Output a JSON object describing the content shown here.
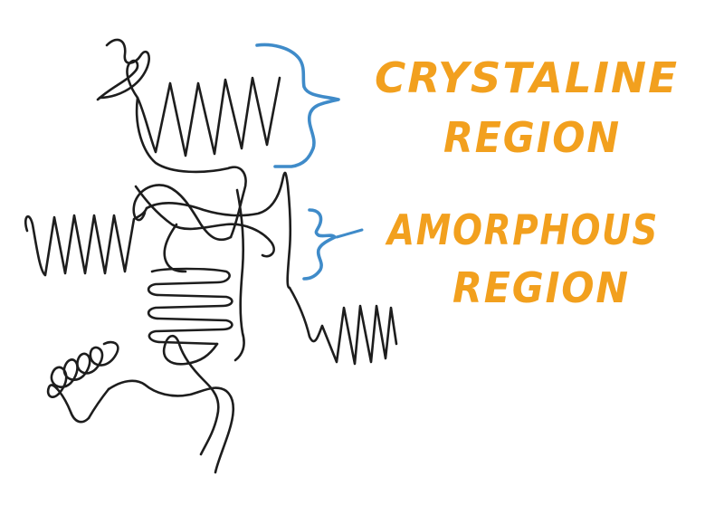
{
  "diagram": {
    "labels": {
      "crystalline_line1": "CRYSTALINE",
      "crystalline_line2": "REGION",
      "amorphous_line1": "AMORPHOUS",
      "amorphous_line2": "REGION"
    },
    "colors": {
      "chain": "#1d1d1d",
      "brace": "#3f8bc9",
      "label": "#f2a01e",
      "background": "#ffffff"
    }
  }
}
